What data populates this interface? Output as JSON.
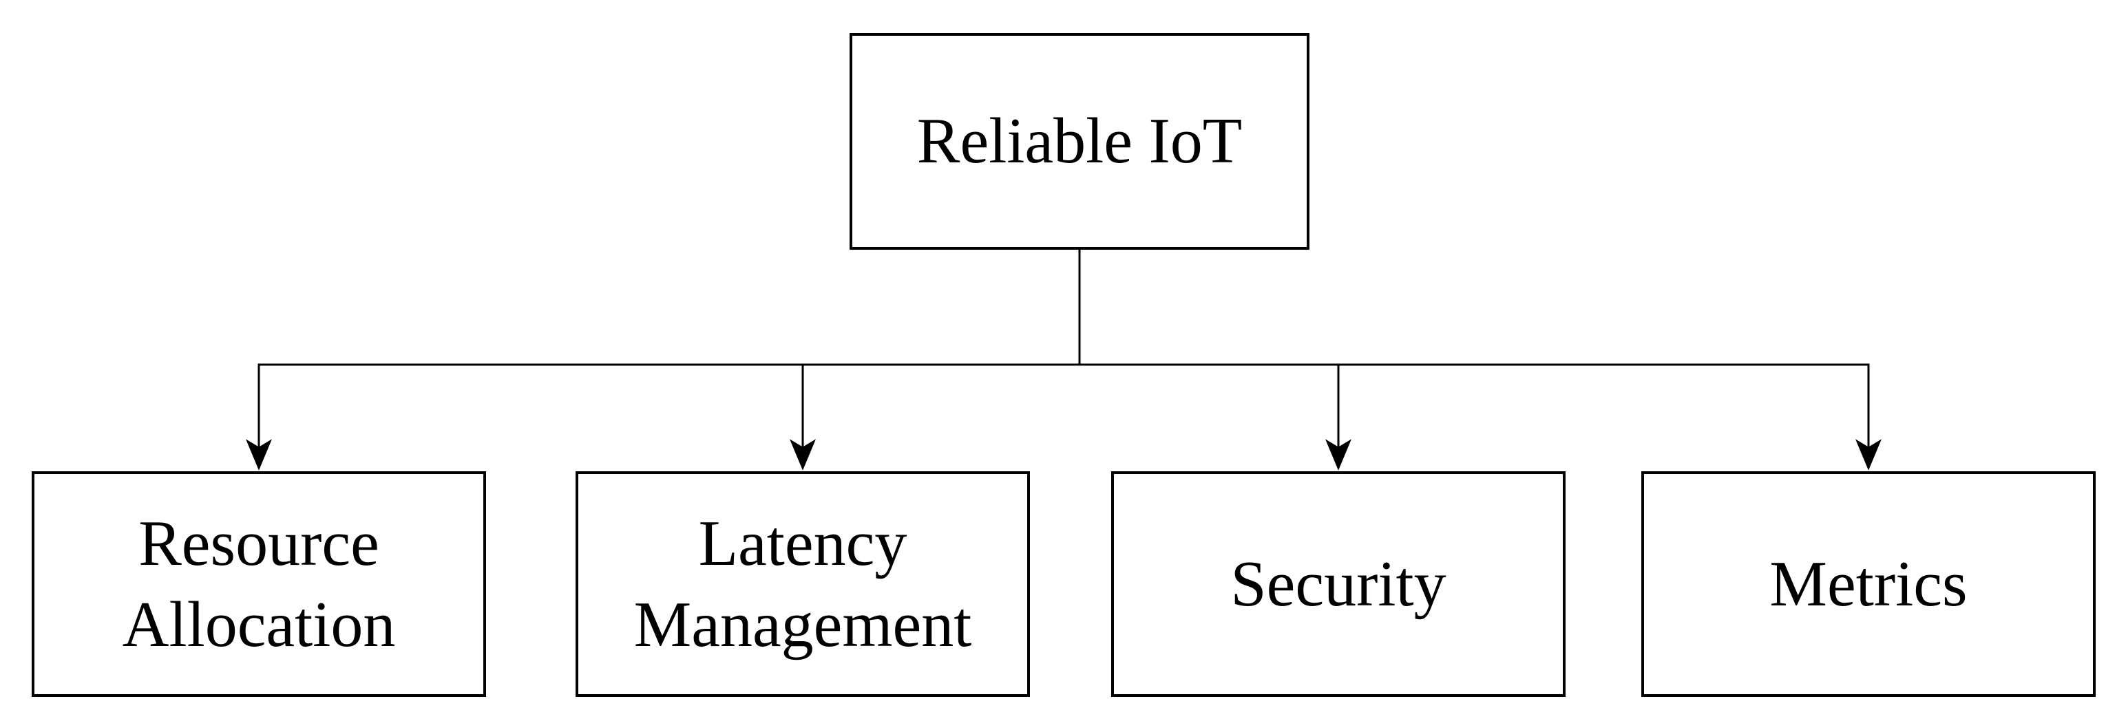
{
  "colors": {
    "background": "#ffffff",
    "line": "#000000",
    "box_border": "#000000",
    "box_fill": "#ffffff",
    "text": "#000000"
  },
  "diagram": {
    "type": "tree",
    "root": {
      "label": "Reliable IoT"
    },
    "children": [
      {
        "label": "Resource\nAllocation"
      },
      {
        "label": "Latency\nManagement"
      },
      {
        "label": "Security"
      },
      {
        "label": "Metrics"
      }
    ]
  }
}
